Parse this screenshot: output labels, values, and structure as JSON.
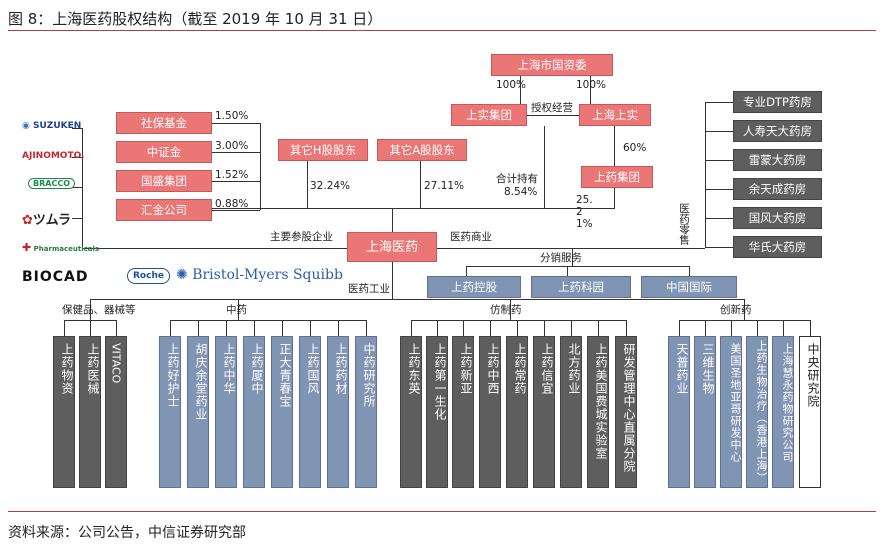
{
  "header": {
    "title": "图 8：上海医药股权结构（截至 2019 年 10 月 31 日）"
  },
  "footer": {
    "source": "资料来源：公司公告，中信证券研究部"
  },
  "colors": {
    "red": "#ea7676",
    "gray": "#5e5e5e",
    "blue": "#8094b4",
    "rule": "#b04040"
  },
  "top": {
    "sasac": "上海市国资委",
    "pct_left": "100%",
    "pct_right": "100%",
    "sige": "上实集团",
    "auth": "授权经营",
    "shss": "上海上实",
    "pct_60": "60%",
    "sy_group": "上药集团",
    "total_label": "合计持有",
    "total_pct": "8.54%",
    "sy_pct": "25.21%"
  },
  "shareholders": [
    {
      "name": "社保基金",
      "pct": "1.50%"
    },
    {
      "name": "中证金",
      "pct": "3.00%"
    },
    {
      "name": "国盛集团",
      "pct": "1.52%"
    },
    {
      "name": "汇金公司",
      "pct": "0.88%"
    }
  ],
  "hshares": {
    "name": "其它H股股东",
    "pct": "32.24%"
  },
  "ashares": {
    "name": "其它A股股东",
    "pct": "27.11%"
  },
  "center": {
    "name": "上海医药",
    "main_partners": "主要参股企业",
    "commerce": "医药商业",
    "retail": "医药零售",
    "distribution": "分销服务",
    "industry": "医药工业"
  },
  "partners_logos": [
    "SUZUKEN",
    "AJINOMOTO.",
    "BRACCO",
    "ツムラ",
    "Pharmaceuticals",
    "BIOCAD",
    "Roche",
    "Bristol-Myers Squibb"
  ],
  "pharmacies": [
    "专业DTP药房",
    "人寿天大药房",
    "雷蒙大药房",
    "余天成药房",
    "国风大药房",
    "华氏大药房"
  ],
  "distribution": [
    "上药控股",
    "上药科园",
    "中国国际"
  ],
  "categories": {
    "health": "保健品、器械等",
    "tcm": "中药",
    "chem": "仿制药",
    "innov": "创新药"
  },
  "health_cos": [
    "上药物资",
    "上药医械",
    "VITACO"
  ],
  "tcm_cos": [
    "上药好护士",
    "胡庆余堂药业",
    "上药中华",
    "上药厦中",
    "正大青春宝",
    "上药国风",
    "上药药材",
    "中药研究所"
  ],
  "chem_cos": [
    "上药东英",
    "上药第一生化",
    "上药新亚",
    "上药中西",
    "上药常药",
    "上药信宜",
    "北方药业",
    "上药美国费城实验室",
    "研发管理中心直属分院"
  ],
  "innov_cos": [
    "天普药业",
    "三维生物",
    "美国圣地亚哥研发中心",
    "上药生物治疗（香港上海）",
    "上海慧永药物研究公司",
    "中央研究院"
  ]
}
